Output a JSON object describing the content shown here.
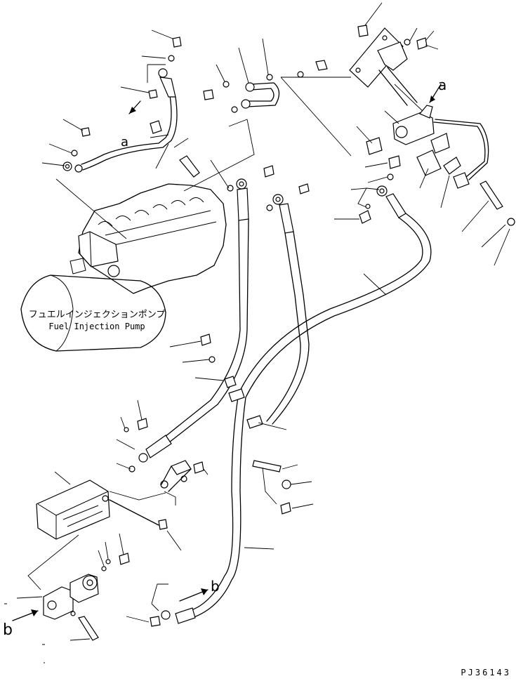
{
  "pump_label_jp": "フュエルインジェクションポンプ",
  "pump_label_en": "Fuel Injection Pump",
  "marker_a": "a",
  "marker_b": "b",
  "drawing_number": "PJ36143"
}
